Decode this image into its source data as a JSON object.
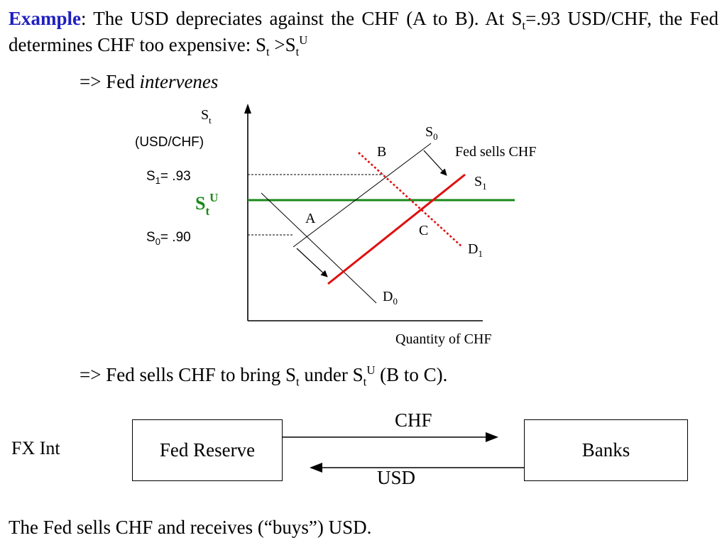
{
  "intro": {
    "label": "Example",
    "text_a": ": The USD depreciates against the CHF (A to B). At S",
    "sub_t": "t",
    "text_b": "=.93 USD/CHF, the Fed determines CHF too expensive: S",
    "sub_t2": "t",
    "text_c": " >S",
    "sub_t3": "t",
    "sup_u": "U"
  },
  "intervenes": {
    "prefix": "=> Fed ",
    "word": "intervenes"
  },
  "graph": {
    "ylabel_main": "S",
    "ylabel_sub": "t",
    "yunit": "(USD/CHF)",
    "s1_prefix": "S",
    "s1_sub": "1",
    "s1_val": "= .93",
    "stu_main": "S",
    "stu_sub": "t",
    "stu_sup": "U",
    "s0_prefix": "S",
    "s0_sub": "0",
    "s0_val": "= .90",
    "pt_A": "A",
    "pt_B": "B",
    "pt_C": "C",
    "S0_main": "S",
    "S0_sub": "0",
    "S1_main": "S",
    "S1_sub": "1",
    "D0_main": "D",
    "D0_sub": "0",
    "D1_main": "D",
    "D1_sub": "1",
    "fed_sells": "Fed sells CHF",
    "xlabel": "Quantity of CHF",
    "colors": {
      "green": "#1a8a1a",
      "red": "#e01010",
      "blue": "#1f1fbf"
    }
  },
  "bring": {
    "text_a": "=> Fed sells CHF to bring S",
    "sub_t": "t",
    "text_b": " under S",
    "sub_t2": "t",
    "sup_u": "U",
    "text_c": " (B to C)."
  },
  "flow": {
    "label": "FX Int",
    "from_box": "Fed Reserve",
    "to_box": "Banks",
    "top_arrow": "CHF",
    "bottom_arrow": "USD"
  },
  "closing": "The Fed sells CHF and receives (“buys”) USD."
}
